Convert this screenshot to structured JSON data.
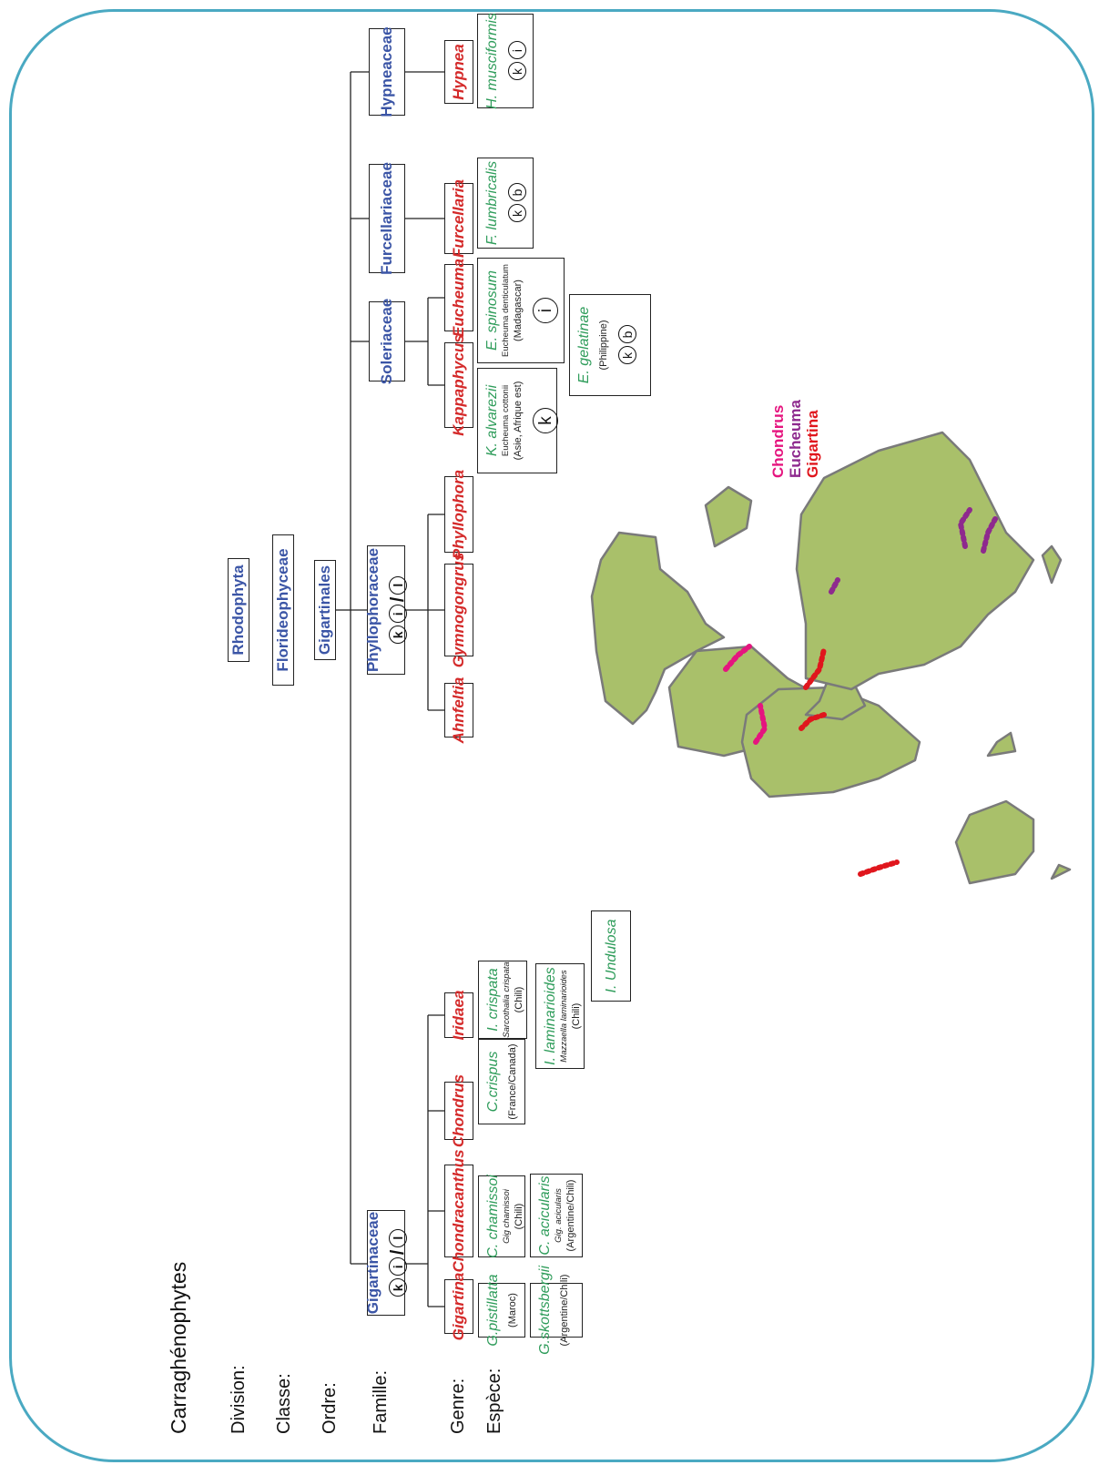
{
  "title": "Carraghénophytes",
  "ranks": {
    "division": "Division:",
    "classe": "Classe:",
    "ordre": "Ordre:",
    "famille": "Famille:",
    "genre": "Genre:",
    "espece": "Espèce:"
  },
  "tree": {
    "division": "Rhodophyta",
    "classe": "Florideophyceae",
    "ordre": "Gigartinales"
  },
  "families": {
    "gigartinaceae": {
      "label": "Gigartinaceae",
      "codes": [
        "k",
        "i",
        "l"
      ]
    },
    "phyllophoraceae": {
      "label": "Phyllophoraceae",
      "codes": [
        "k",
        "i",
        "l"
      ]
    },
    "soleriaceae": {
      "label": "Soleriaceae"
    },
    "furcellariaceae": {
      "label": "Furcellariaceae"
    },
    "hypneaceae": {
      "label": "Hypneaceae"
    }
  },
  "genera": {
    "gigartina": "Gigartina",
    "chondracanthus": "Chondracanthus",
    "chondrus": "Chondrus",
    "iridaea": "Iridaea",
    "ahnfeltia": "Ahnfeltia",
    "gymnogongrus": "Gymnogongrus",
    "phyllophora": "Phyllophora",
    "kappaphycus": "Kappaphycus",
    "eucheuma": "Eucheuma",
    "furcellaria": "Furcellaria",
    "hypnea": "Hypnea"
  },
  "species": {
    "g_pistillatta": {
      "name": "G.pistillatta",
      "region": "(Maroc)"
    },
    "g_skottsbergii": {
      "name": "G.skottsbergii",
      "region": "(Argentine/Chili)"
    },
    "c_chamissoi": {
      "name": "C. chamissoi",
      "synonym": "Gig chamissoi",
      "region": "(Chili)"
    },
    "c_acicularis": {
      "name": "C. acicularis",
      "synonym": "Gig. acicularis",
      "region": "(Argentine/Chili)"
    },
    "c_crispus": {
      "name": "C.crispus",
      "region": "(France/Canada)"
    },
    "i_crispata": {
      "name": "I. crispata",
      "synonym": "Sarcothalia crispata",
      "region": "(Chili)"
    },
    "i_laminarioides": {
      "name": "I. laminarioides",
      "synonym": "Mazzaella laminarioides",
      "region": "(Chili)"
    },
    "i_undulosa": {
      "name": "I. Undulosa"
    },
    "k_alvarezii": {
      "name": "K. alvarezii",
      "synonym": "Eucheuma cottonii",
      "region": "(Asie, Afrique est)",
      "codes": [
        "k"
      ]
    },
    "e_spinosum": {
      "name": "E. spinosum",
      "synonym": "Eucheuma denticulatum",
      "region": "(Madagascar)",
      "codes": [
        "i"
      ]
    },
    "e_gelatinae": {
      "name": "E. gelatinae",
      "region": "(Philippine)",
      "codes": [
        "k",
        "b"
      ]
    },
    "f_lumbricalis": {
      "name": "F. lumbricalis",
      "codes": [
        "k",
        "b"
      ]
    },
    "h_musciformis": {
      "name": "H. musciformis",
      "codes": [
        "k",
        "i"
      ]
    }
  },
  "legend": [
    {
      "label": "Chondrus",
      "color": "#e5157f"
    },
    {
      "label": "Eucheuma",
      "color": "#8e2a8e"
    },
    {
      "label": "Gigartina",
      "color": "#e0161d"
    }
  ],
  "colors": {
    "frame": "#4aa9c2",
    "rank": "#3b55a6",
    "genus": "#d42a2a",
    "species": "#2e9c5a",
    "land": "#a9c06a"
  }
}
